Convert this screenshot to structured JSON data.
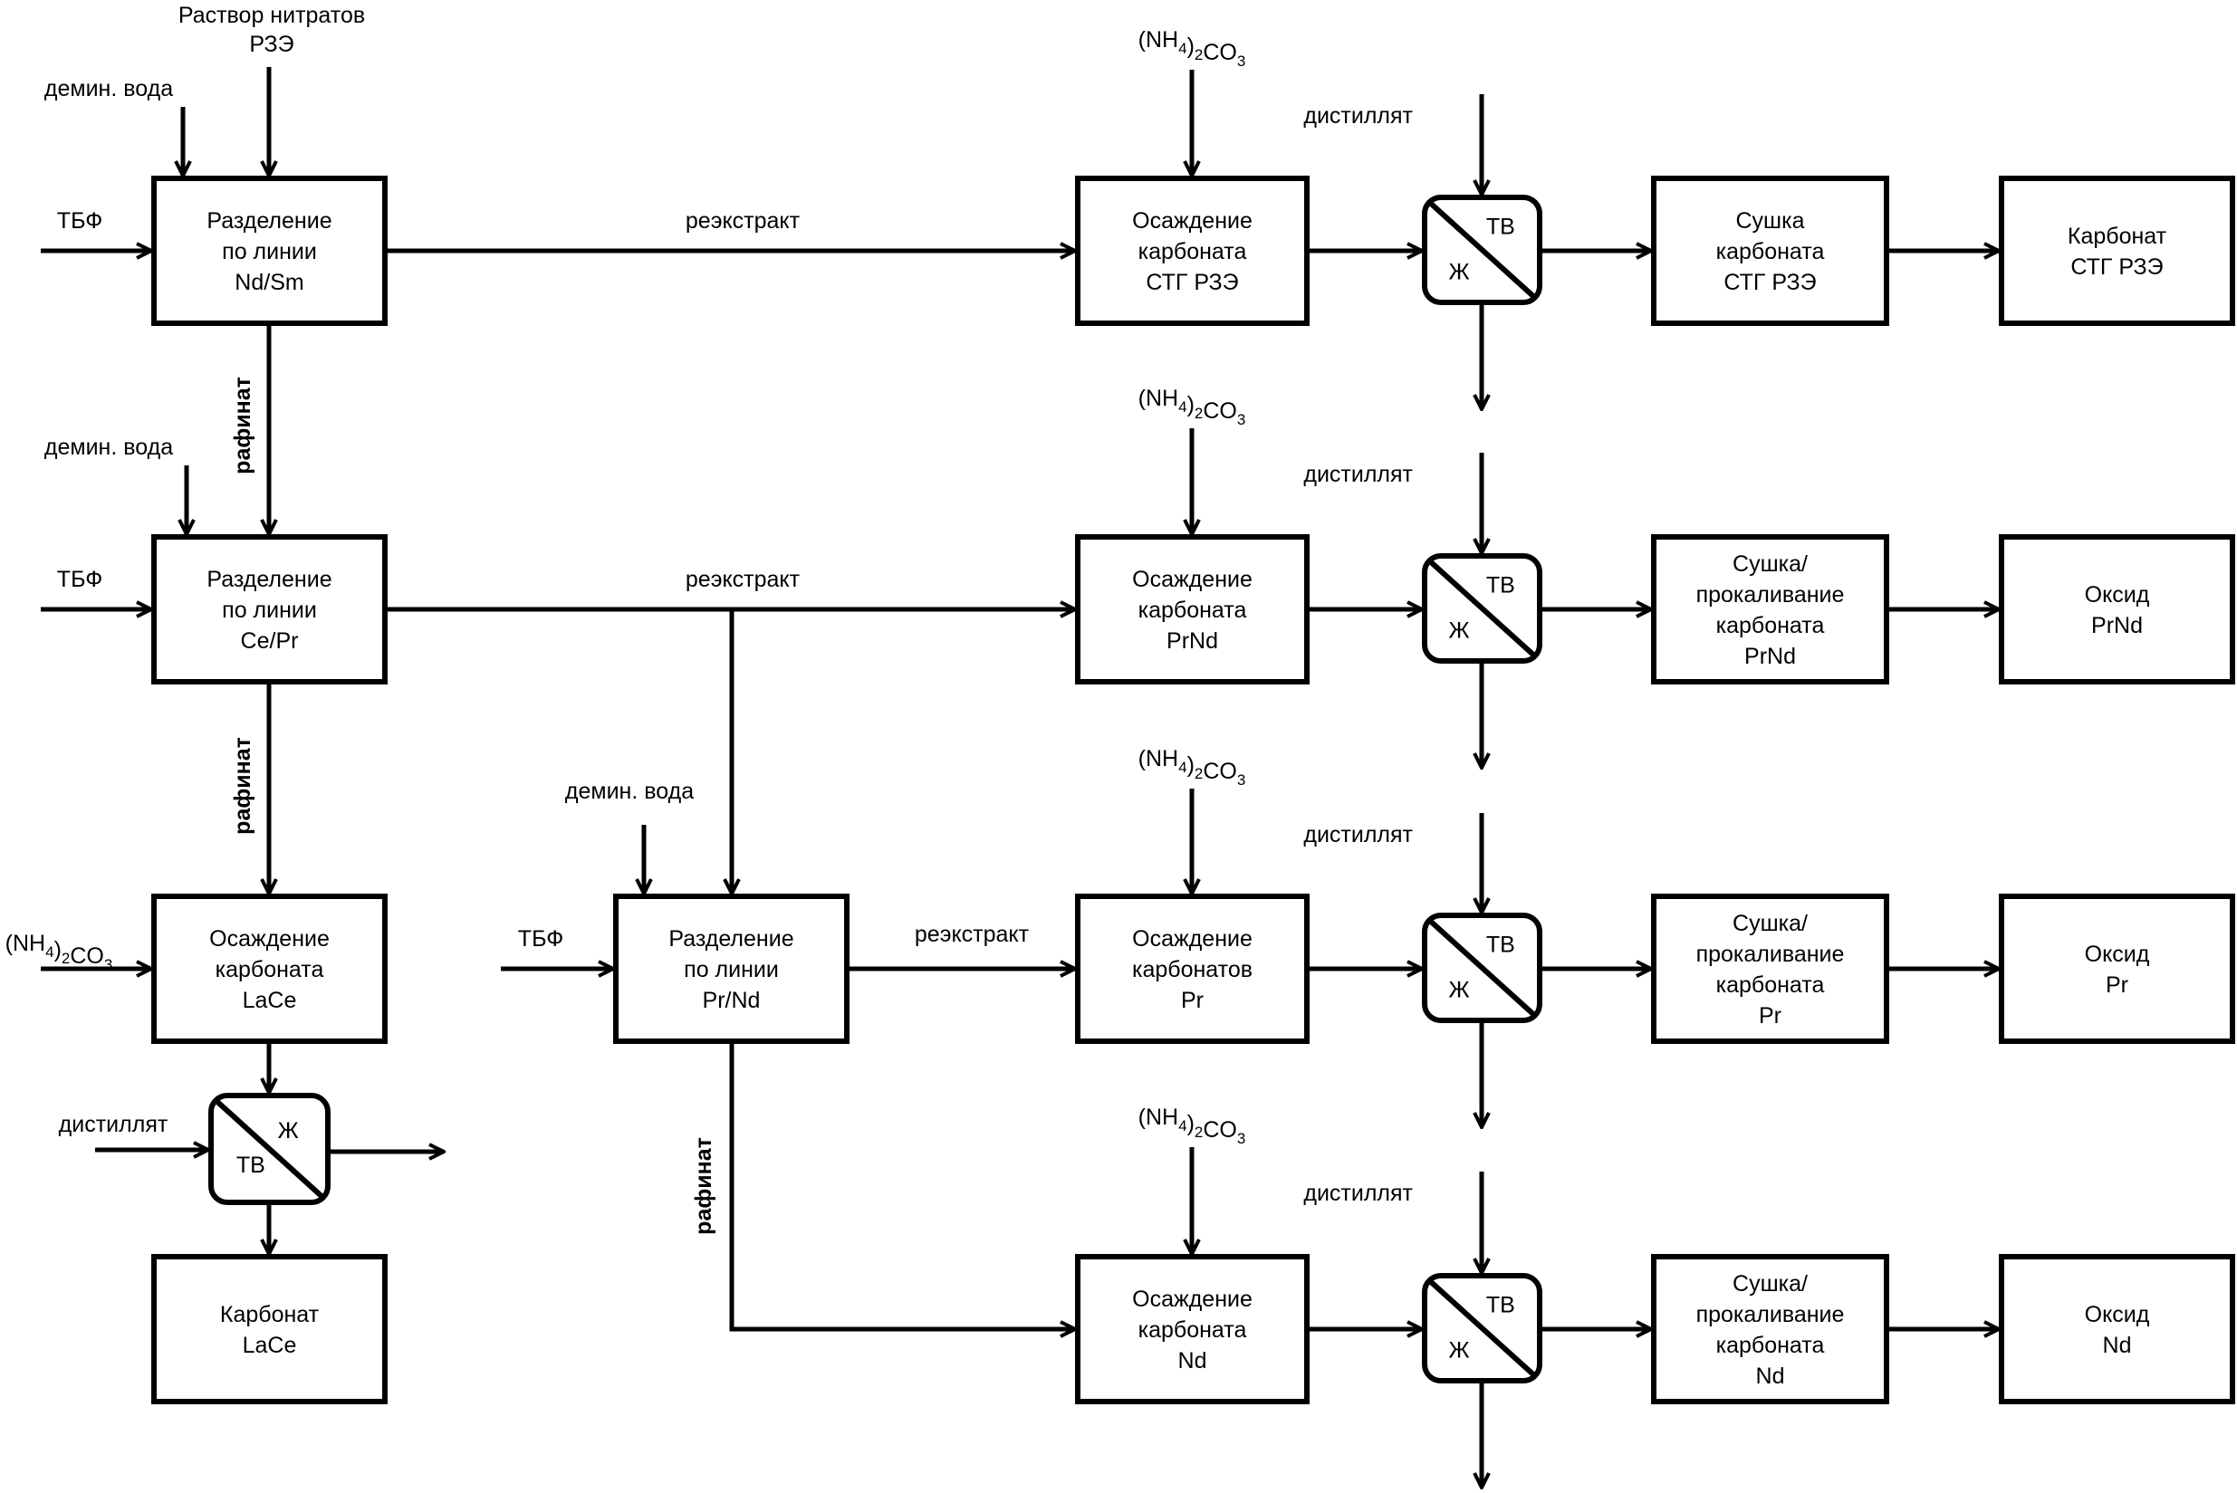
{
  "diagram": {
    "type": "process-flow",
    "colors": {
      "stroke": "#000000",
      "background": "#ffffff"
    },
    "boxes": {
      "sep_nd_sm": [
        "Разделение",
        "по линии",
        "Nd/Sm"
      ],
      "sep_ce_pr": [
        "Разделение",
        "по линии",
        "Ce/Pr"
      ],
      "sep_pr_nd": [
        "Разделение",
        "по линии",
        "Pr/Nd"
      ],
      "prec_lace": [
        "Осаждение",
        "карбоната",
        "LaCe"
      ],
      "prod_lace": [
        "Карбонат",
        "LaCe"
      ],
      "prec_stg": [
        "Осаждение",
        "карбоната",
        "СТГ РЗЭ"
      ],
      "dry_stg": [
        "Сушка",
        "карбоната",
        "СТГ РЗЭ"
      ],
      "prod_stg": [
        "Карбонат",
        "СТГ РЗЭ"
      ],
      "prec_prnd": [
        "Осаждение",
        "карбоната",
        "PrNd"
      ],
      "dry_prnd": [
        "Сушка/",
        "прокаливание",
        "карбоната",
        "PrNd"
      ],
      "prod_prnd": [
        "Оксид",
        "PrNd"
      ],
      "prec_pr": [
        "Осаждение",
        "карбонатов",
        "Pr"
      ],
      "dry_pr": [
        "Сушка/",
        "прокаливание",
        "карбоната",
        "Pr"
      ],
      "prod_pr": [
        "Оксид",
        "Pr"
      ],
      "prec_nd": [
        "Осаждение",
        "карбоната",
        "Nd"
      ],
      "dry_nd": [
        "Сушка/",
        "прокаливание",
        "карбоната",
        "Nd"
      ],
      "prod_nd": [
        "Оксид",
        "Nd"
      ]
    },
    "filter": {
      "solid": "ТВ",
      "liquid": "Ж"
    },
    "labels": {
      "feed": [
        "Раствор нитратов",
        "РЗЭ"
      ],
      "demin_water": "демин. вода",
      "tbp": "ТБФ",
      "strip": "реэкстракт",
      "raffinate": "рафинат",
      "distillate": "дистиллят",
      "ammonium_carbonate": {
        "a": "(NH",
        "s1": "4",
        "b": ")",
        "s2": "2",
        "c": "CO",
        "s3": "3"
      }
    }
  }
}
